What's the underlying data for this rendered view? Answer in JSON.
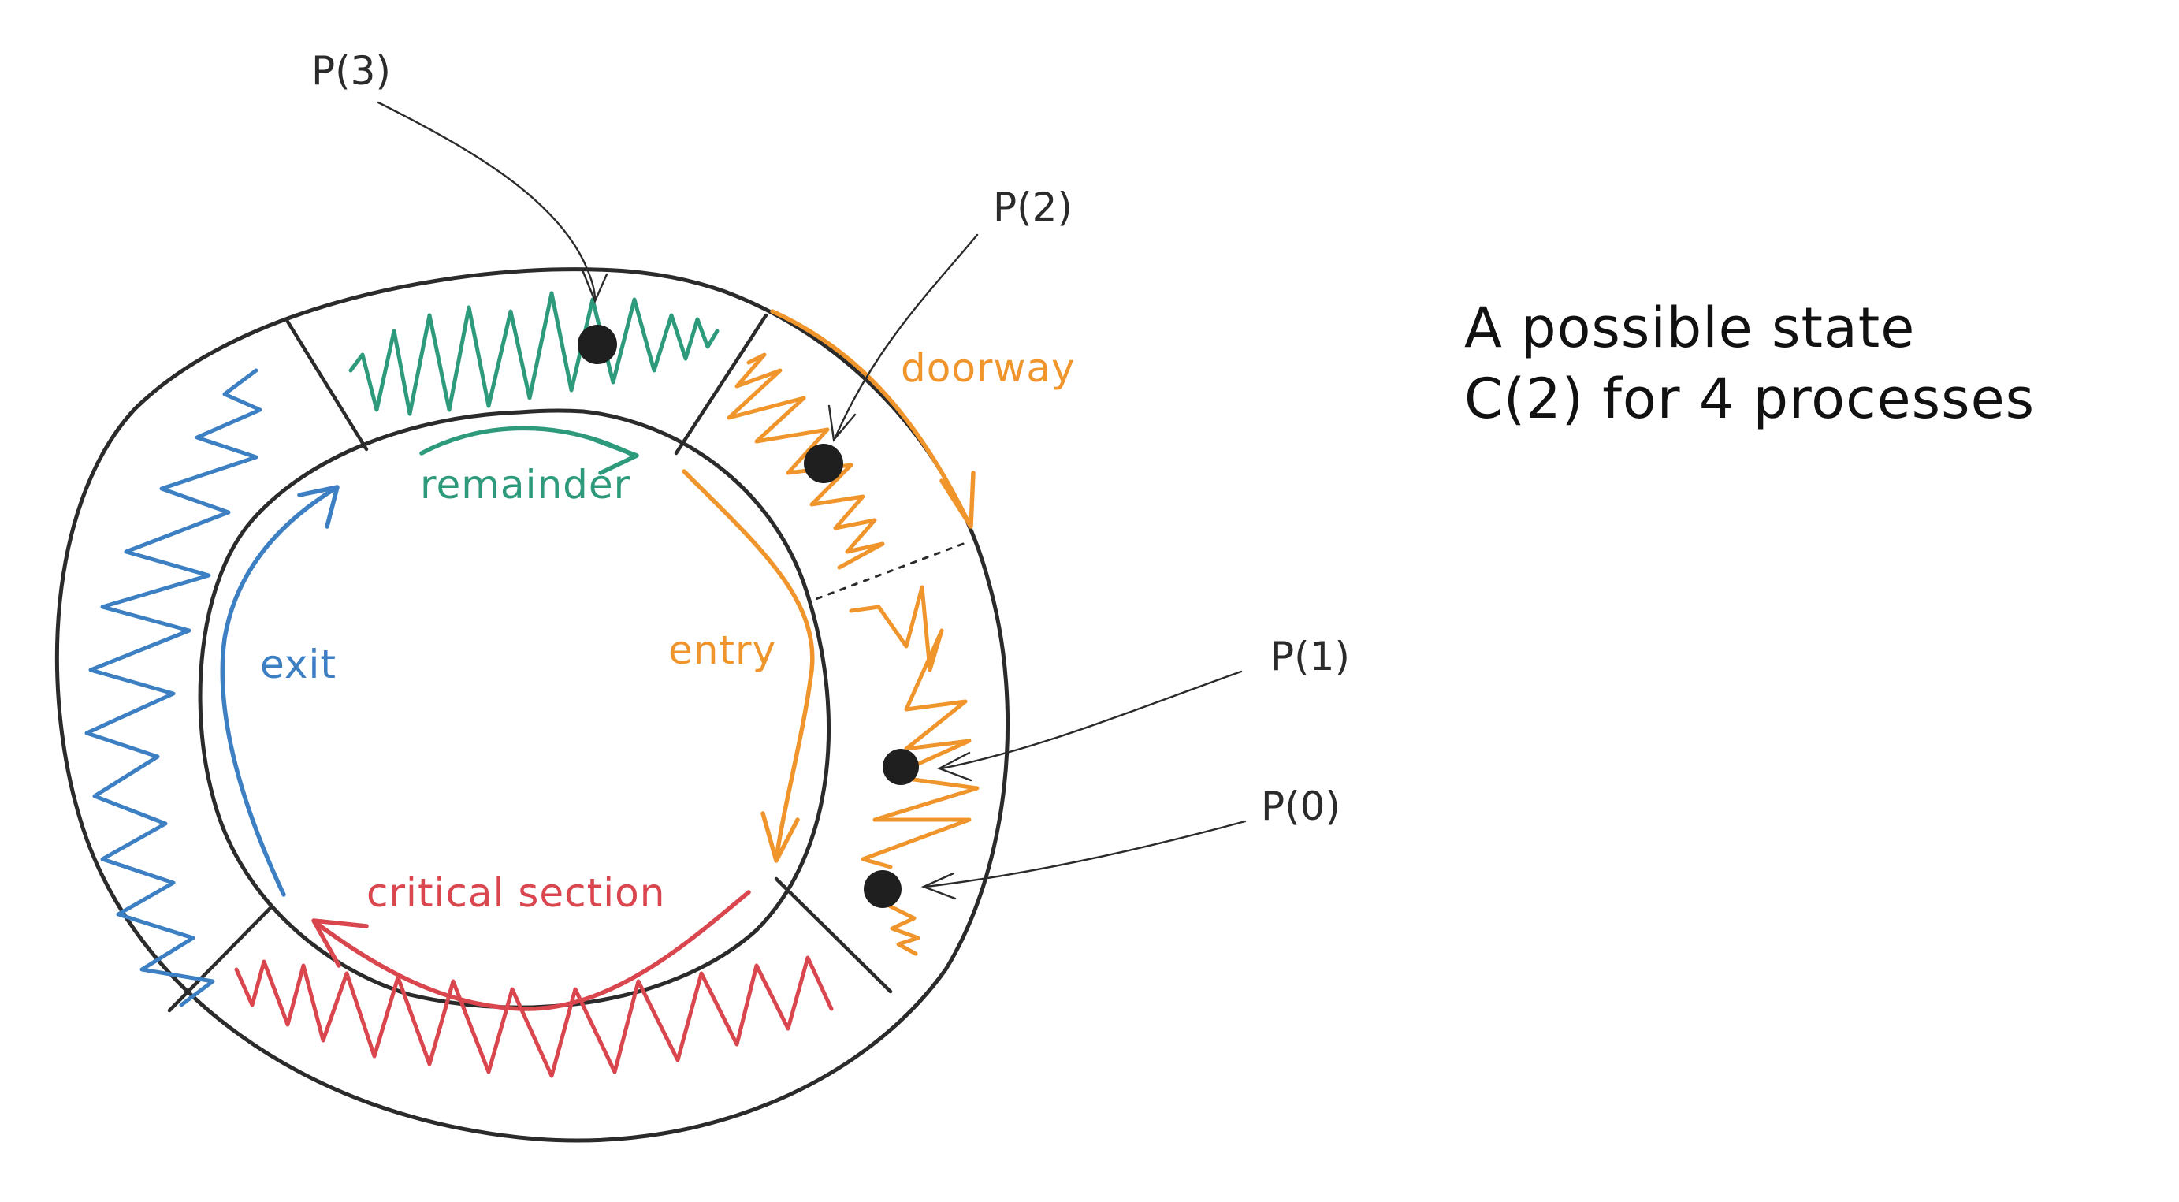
{
  "colors": {
    "remainder": "#2e9a7c",
    "doorway": "#f0952c",
    "entry": "#f0952c",
    "critical": "#d9464e",
    "exit": "#3c7fc3",
    "ink": "#2b2b2b"
  },
  "sections": {
    "remainder": "remainder",
    "doorway": "doorway",
    "entry": "entry",
    "critical": "critical section",
    "exit": "exit"
  },
  "processes": {
    "p3": "P(3)",
    "p2": "P(2)",
    "p1": "P(1)",
    "p0": "P(0)"
  },
  "caption": {
    "line1": "A possible state",
    "line2": "C(2) for 4 processes"
  }
}
